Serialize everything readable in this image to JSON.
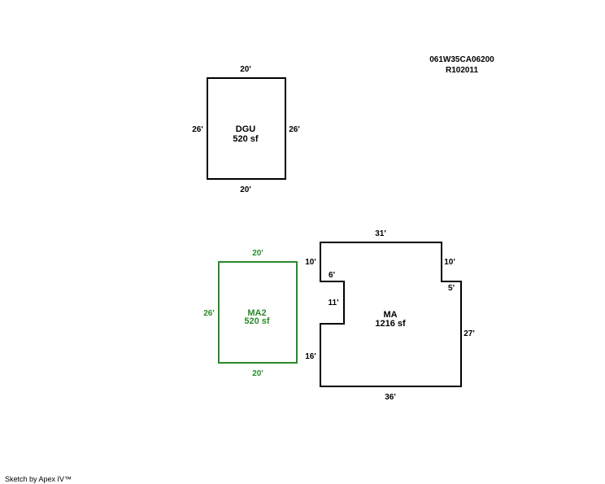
{
  "header": {
    "parcel_id": "061W35CA06200",
    "account_id": "R102011"
  },
  "footer": {
    "credit": "Sketch by Apex IV™"
  },
  "colors": {
    "default_line": "#000000",
    "ma2_line": "#2a8a2a"
  },
  "areas": {
    "dgu": {
      "name": "DGU",
      "size": "520 sf",
      "dims": {
        "top": "20'",
        "bottom": "20'",
        "left": "26'",
        "right": "26'"
      }
    },
    "ma2": {
      "name": "MA2",
      "size": "520 sf",
      "dims": {
        "top": "20'",
        "bottom": "20'",
        "left": "26'"
      }
    },
    "ma": {
      "name": "MA",
      "size": "1216 sf",
      "dims": {
        "top": "31'",
        "left_upper": "10'",
        "notch_top": "6'",
        "notch_side": "11'",
        "left_lower": "16'",
        "right_upper": "10'",
        "step": "5'",
        "right_lower": "27'",
        "bottom": "36'"
      }
    }
  }
}
